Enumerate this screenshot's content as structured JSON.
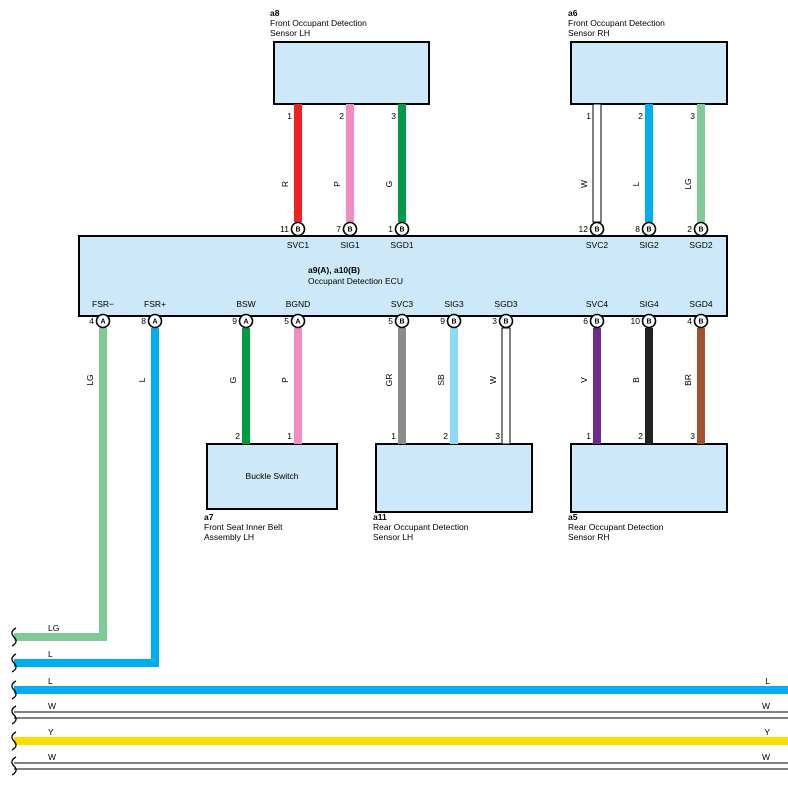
{
  "components": {
    "a8": {
      "ref": "a8",
      "line1": "Front Occupant Detection",
      "line2": "Sensor LH"
    },
    "a6": {
      "ref": "a6",
      "line1": "Front Occupant Detection",
      "line2": "Sensor RH"
    },
    "ecu": {
      "ref": "a9(A), a10(B)",
      "name": "Occupant Detection ECU"
    },
    "a7": {
      "ref": "a7",
      "line1": "Front Seat Inner Belt",
      "line2": "Assembly LH",
      "box_label": "Buckle Switch"
    },
    "a11": {
      "ref": "a11",
      "line1": "Rear Occupant Detection",
      "line2": "Sensor LH"
    },
    "a5": {
      "ref": "a5",
      "line1": "Rear Occupant Detection",
      "line2": "Sensor RH"
    }
  },
  "ecu_pins_top": [
    {
      "name": "SVC1",
      "num": "11",
      "conn": "B",
      "color_code": "R",
      "sensor_pin": "1",
      "color": "#ee2222"
    },
    {
      "name": "SIG1",
      "num": "7",
      "conn": "B",
      "color_code": "P",
      "sensor_pin": "2",
      "color": "#f08cc0"
    },
    {
      "name": "SGD1",
      "num": "1",
      "conn": "B",
      "color_code": "G",
      "sensor_pin": "3",
      "color": "#009944"
    },
    {
      "name": "SVC2",
      "num": "12",
      "conn": "B",
      "color_code": "W",
      "sensor_pin": "1",
      "color": "#ffffff"
    },
    {
      "name": "SIG2",
      "num": "8",
      "conn": "B",
      "color_code": "L",
      "sensor_pin": "2",
      "color": "#00aeef"
    },
    {
      "name": "SGD2",
      "num": "2",
      "conn": "B",
      "color_code": "LG",
      "sensor_pin": "3",
      "color": "#7fcb96"
    }
  ],
  "ecu_pins_bottom": [
    {
      "name": "FSR−",
      "num": "4",
      "conn": "A",
      "color_code": "LG",
      "far_pin": "",
      "color": "#7fcb96"
    },
    {
      "name": "FSR+",
      "num": "8",
      "conn": "A",
      "color_code": "L",
      "far_pin": "",
      "color": "#00aeef"
    },
    {
      "name": "BSW",
      "num": "9",
      "conn": "A",
      "color_code": "G",
      "far_pin": "2",
      "color": "#009944"
    },
    {
      "name": "BGND",
      "num": "5",
      "conn": "A",
      "color_code": "P",
      "far_pin": "1",
      "color": "#f08cc0"
    },
    {
      "name": "SVC3",
      "num": "5",
      "conn": "B",
      "color_code": "GR",
      "far_pin": "1",
      "color": "#8c8c8c"
    },
    {
      "name": "SIG3",
      "num": "9",
      "conn": "B",
      "color_code": "SB",
      "far_pin": "2",
      "color": "#8ed8f8"
    },
    {
      "name": "SGD3",
      "num": "3",
      "conn": "B",
      "color_code": "W",
      "far_pin": "3",
      "color": "#ffffff"
    },
    {
      "name": "SVC4",
      "num": "6",
      "conn": "B",
      "color_code": "V",
      "far_pin": "1",
      "color": "#6b2a8c"
    },
    {
      "name": "SIG4",
      "num": "10",
      "conn": "B",
      "color_code": "B",
      "far_pin": "2",
      "color": "#222222"
    },
    {
      "name": "SGD4",
      "num": "4",
      "conn": "B",
      "color_code": "BR",
      "far_pin": "3",
      "color": "#a0522d"
    }
  ],
  "bus_wires": [
    {
      "code": "LG",
      "right_code": "",
      "color": "#7fcb96"
    },
    {
      "code": "L",
      "right_code": "",
      "color": "#00aeef"
    },
    {
      "code": "L",
      "right_code": "L",
      "color": "#00aeef"
    },
    {
      "code": "W",
      "right_code": "W",
      "color": "#ffffff"
    },
    {
      "code": "Y",
      "right_code": "Y",
      "color": "#ffdd00"
    },
    {
      "code": "W",
      "right_code": "W",
      "color": "#ffffff"
    }
  ]
}
